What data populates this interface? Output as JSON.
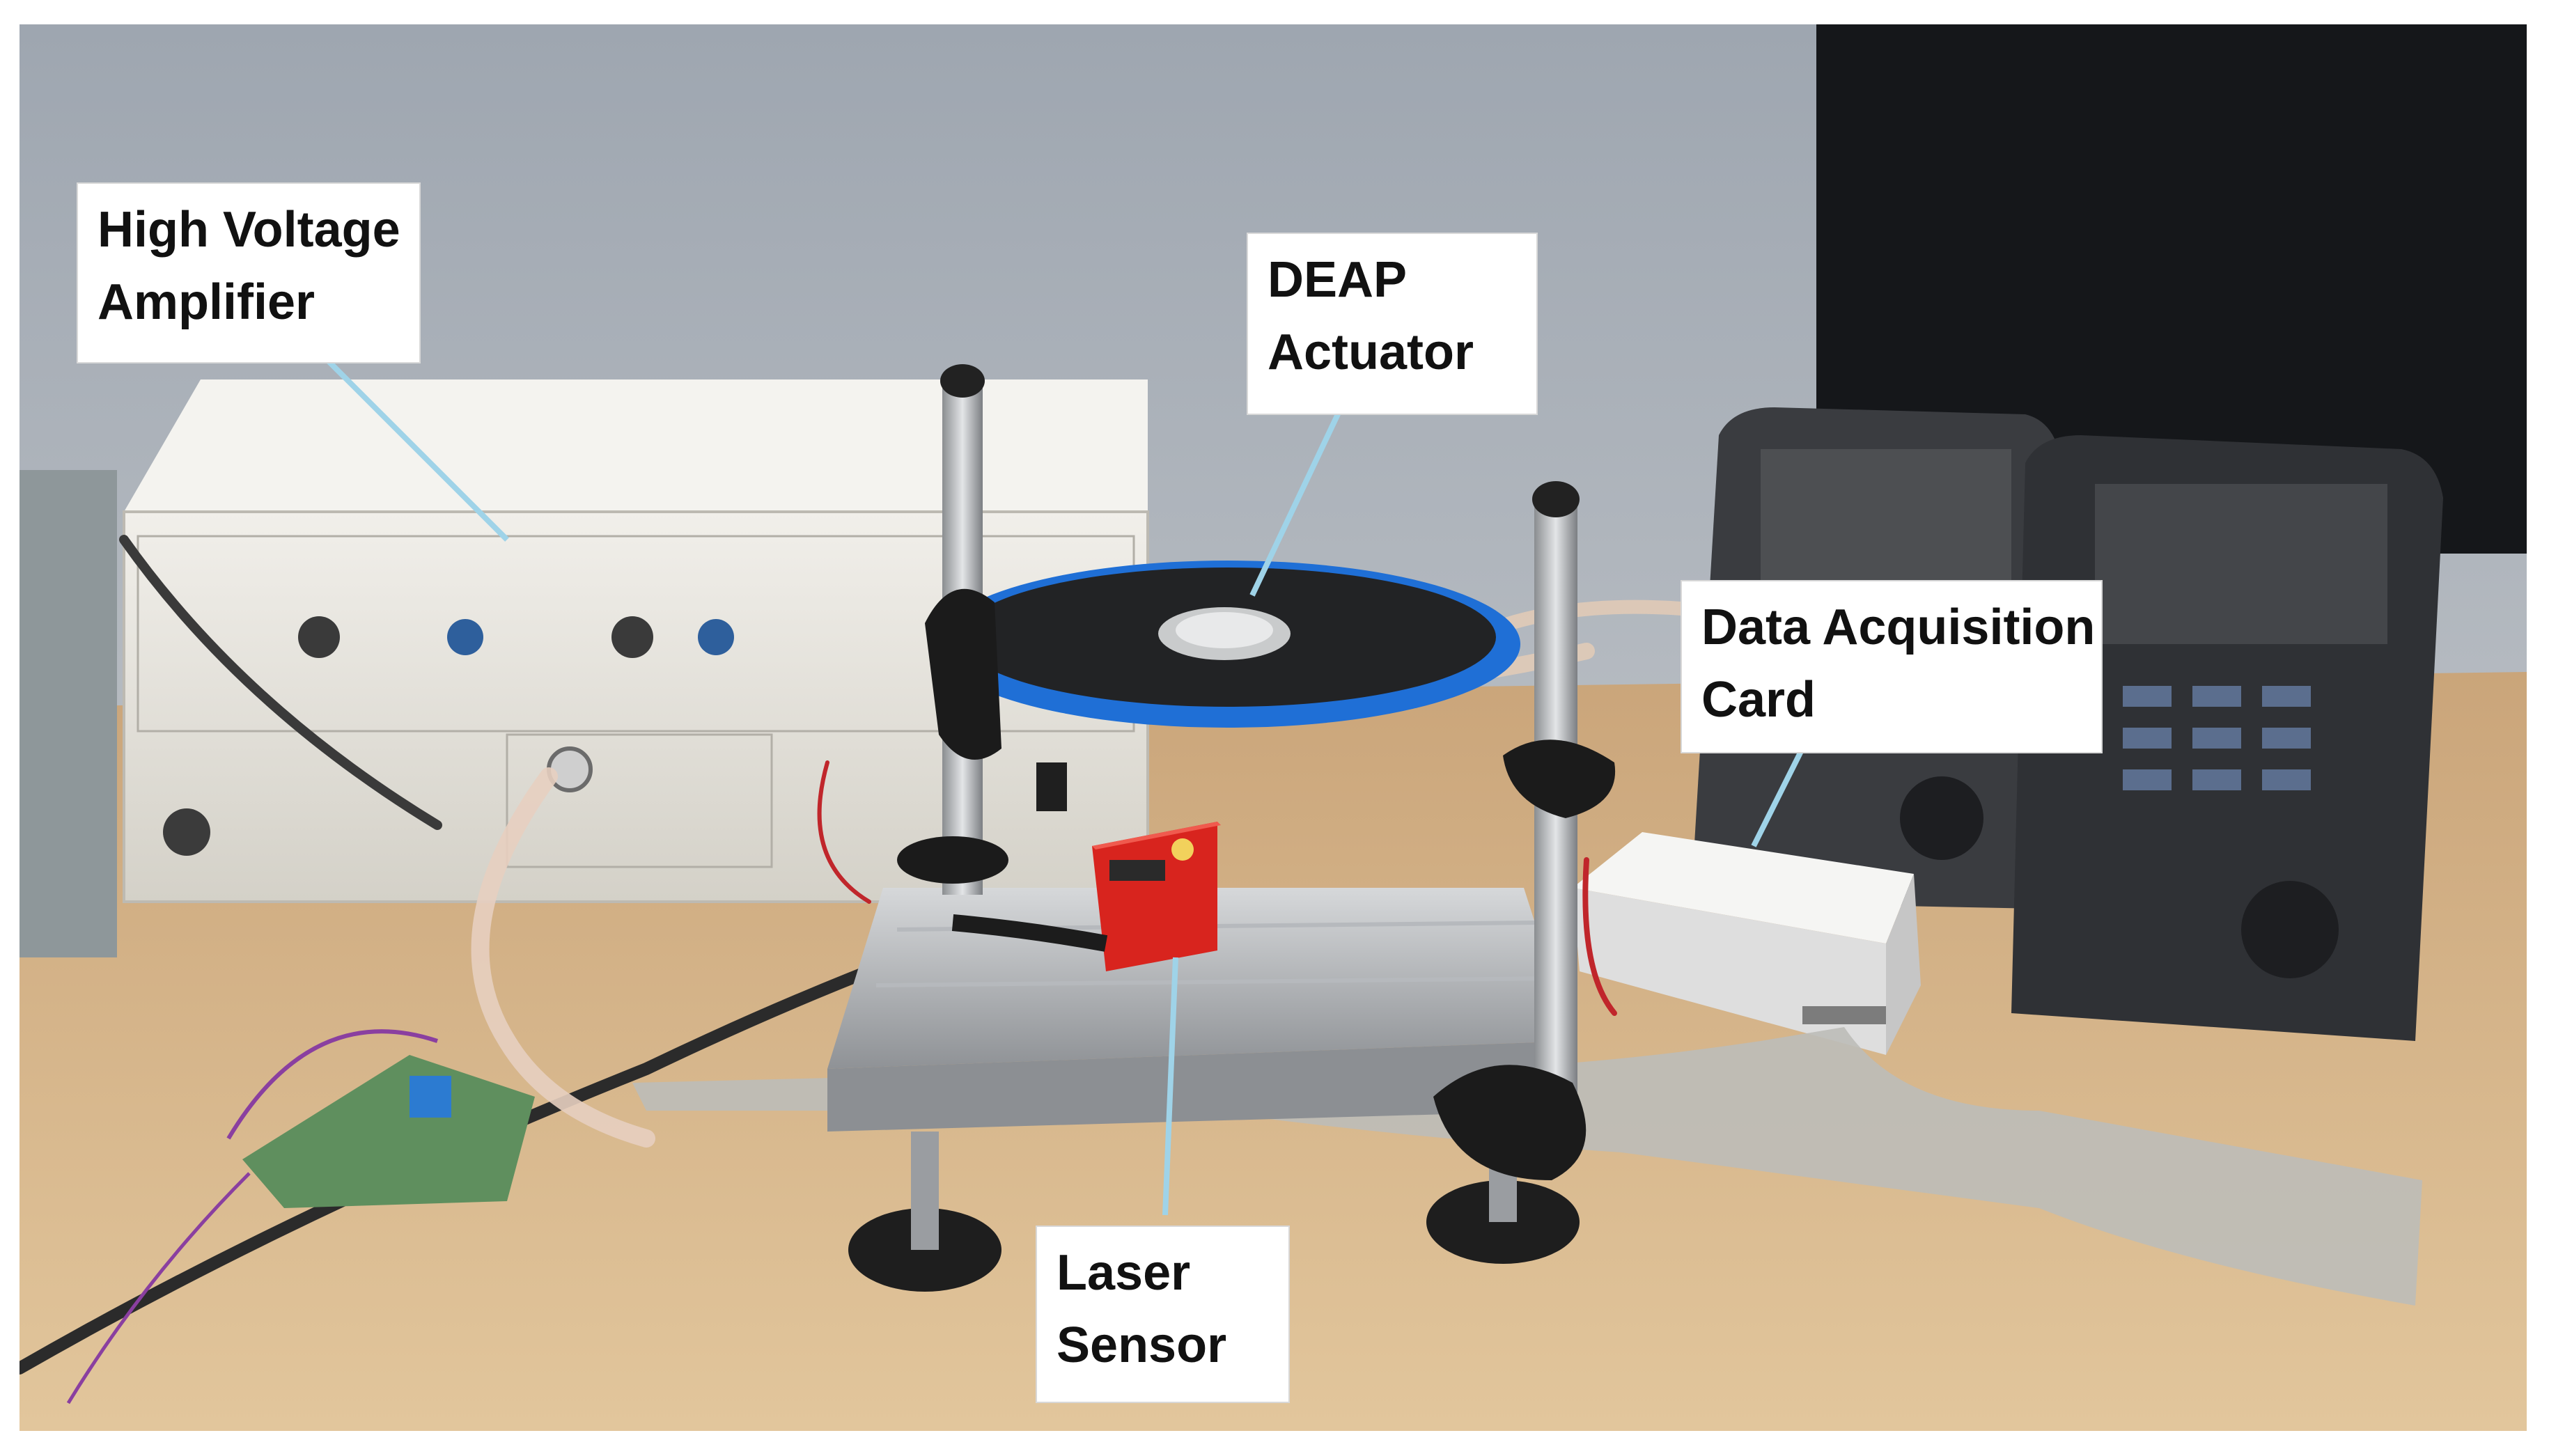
{
  "labels": {
    "amplifier": {
      "line1": "High Voltage",
      "line2": "Amplifier"
    },
    "actuator": {
      "line1": "DEAP",
      "line2": "Actuator"
    },
    "daq": {
      "line1": "Data Acquisition",
      "line2": "Card"
    },
    "laser": {
      "line1": "Laser",
      "line2": "Sensor"
    }
  },
  "colors": {
    "wall": "#a7aeb6",
    "desk": "#d9b98b",
    "callout_line": "#9fd3e8",
    "actuator_ring": "#1f6fd6",
    "laser_sensor": "#d8241e",
    "amplifier_body": "#e6e4dd"
  }
}
